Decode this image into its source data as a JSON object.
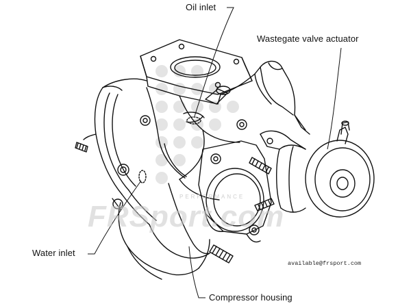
{
  "labels": {
    "oil_inlet": "Oil inlet",
    "wastegate": "Wastegate valve actuator",
    "water_inlet": "Water inlet",
    "compressor_housing": "Compressor housing",
    "contact": "available@frsport.com"
  },
  "watermark": {
    "brand": "FRSport.com",
    "tagline": "PERFORMANCE",
    "color": "#c9c9c9",
    "logo_dot_color": "#d8d8d8"
  },
  "colors": {
    "ink": "#111111",
    "background": "#ffffff"
  }
}
